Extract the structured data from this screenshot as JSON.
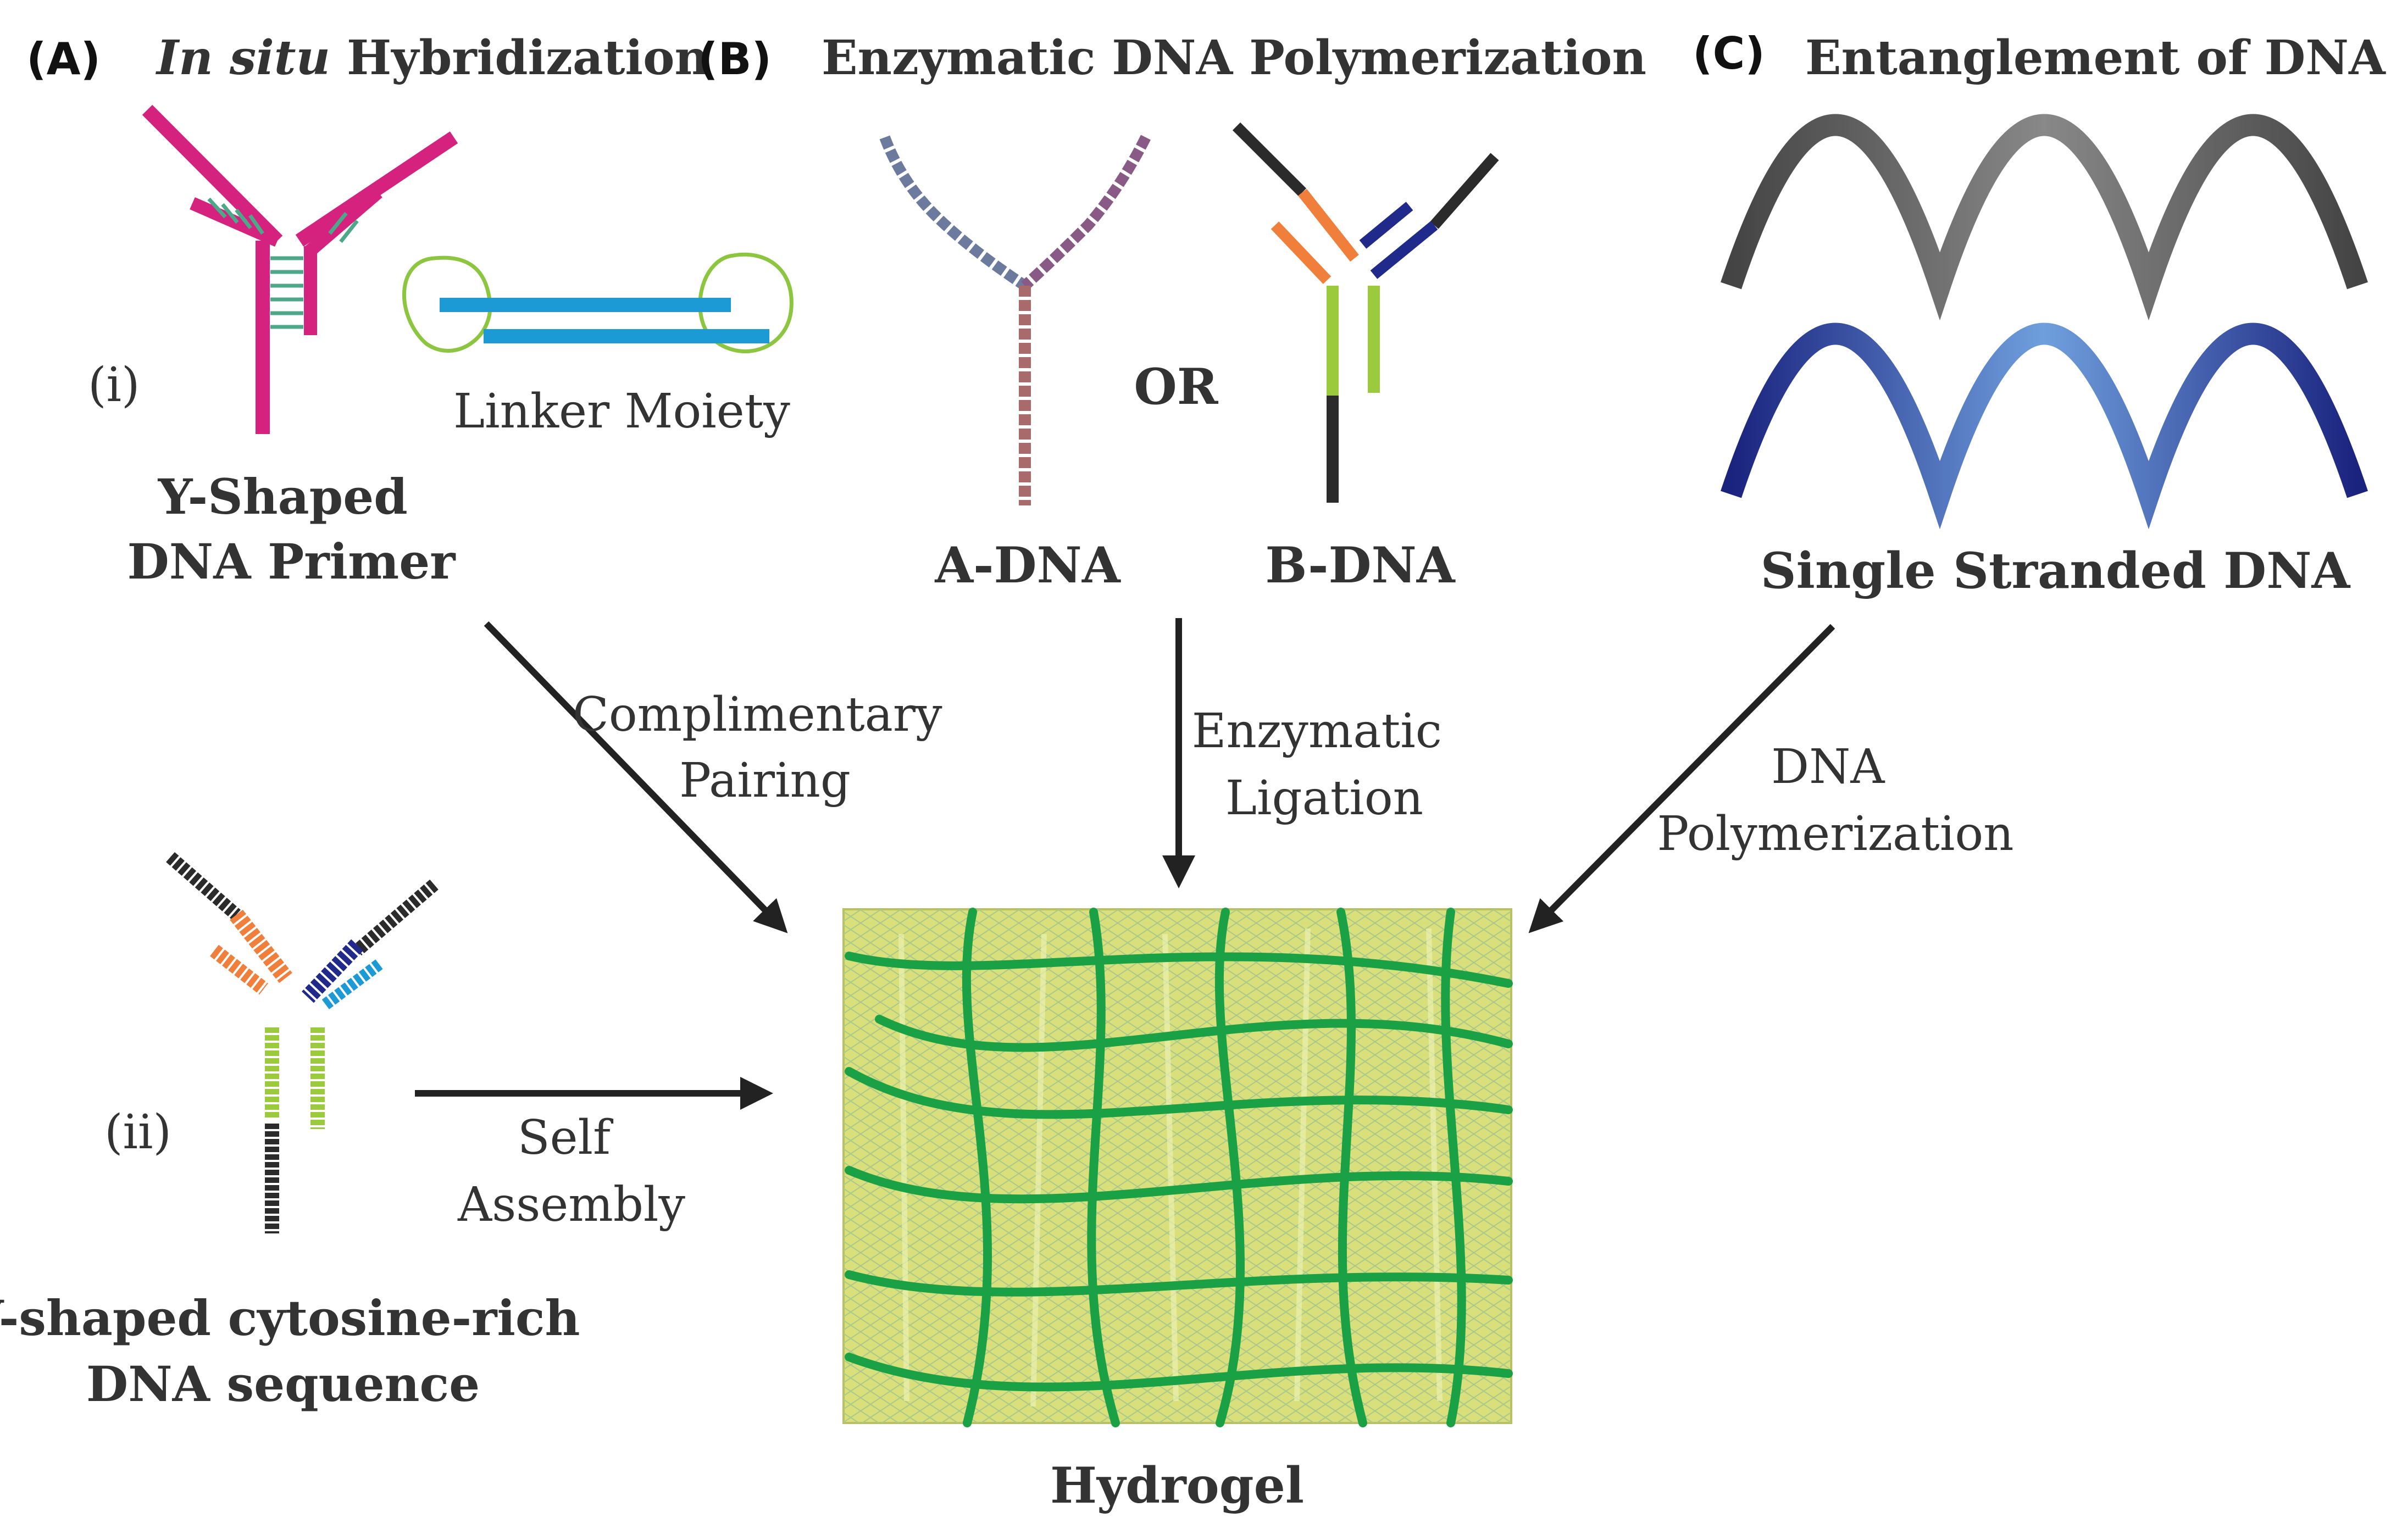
{
  "panels": {
    "a": {
      "letter": "(A)",
      "title_italic": "In situ",
      "title_rest": " Hybridization",
      "sub_i": "(i)",
      "primer_line1": "Y-Shaped",
      "primer_line2": "DNA Primer",
      "linker_label": "Linker Moiety",
      "sub_ii": "(ii)",
      "cyto_line1": "Y-shaped cytosine-rich",
      "cyto_line2": "DNA sequence"
    },
    "b": {
      "letter": "(B)",
      "title": "Enzymatic DNA Polymerization",
      "or": "OR",
      "adna": "A-DNA",
      "bdna": "B-DNA"
    },
    "c": {
      "letter": "(C)",
      "title": "Entanglement of DNA",
      "ssdna": "Single Stranded DNA"
    }
  },
  "arrows": {
    "a_line1": "Complimentary",
    "a_line2": "Pairing",
    "b_line1": "Enzymatic",
    "b_line2": "Ligation",
    "c_line1": "DNA",
    "c_line2": "Polymerization",
    "ii_line1": "Self",
    "ii_line2": "Assembly"
  },
  "hydrogel_label": "Hydrogel",
  "colors": {
    "magenta": "#d6227f",
    "blue_strand": "#1c9ad6",
    "linker_ring": "#8cc63f",
    "orange": "#f07f3c",
    "navy": "#1f2a8a",
    "lime": "#9bcb3c",
    "dark": "#2b2b2b",
    "gel_fill": "#d9df7a",
    "gel_fiber": "#1aa045",
    "gray_wave": "#555555",
    "blue_wave": "#27319a"
  }
}
